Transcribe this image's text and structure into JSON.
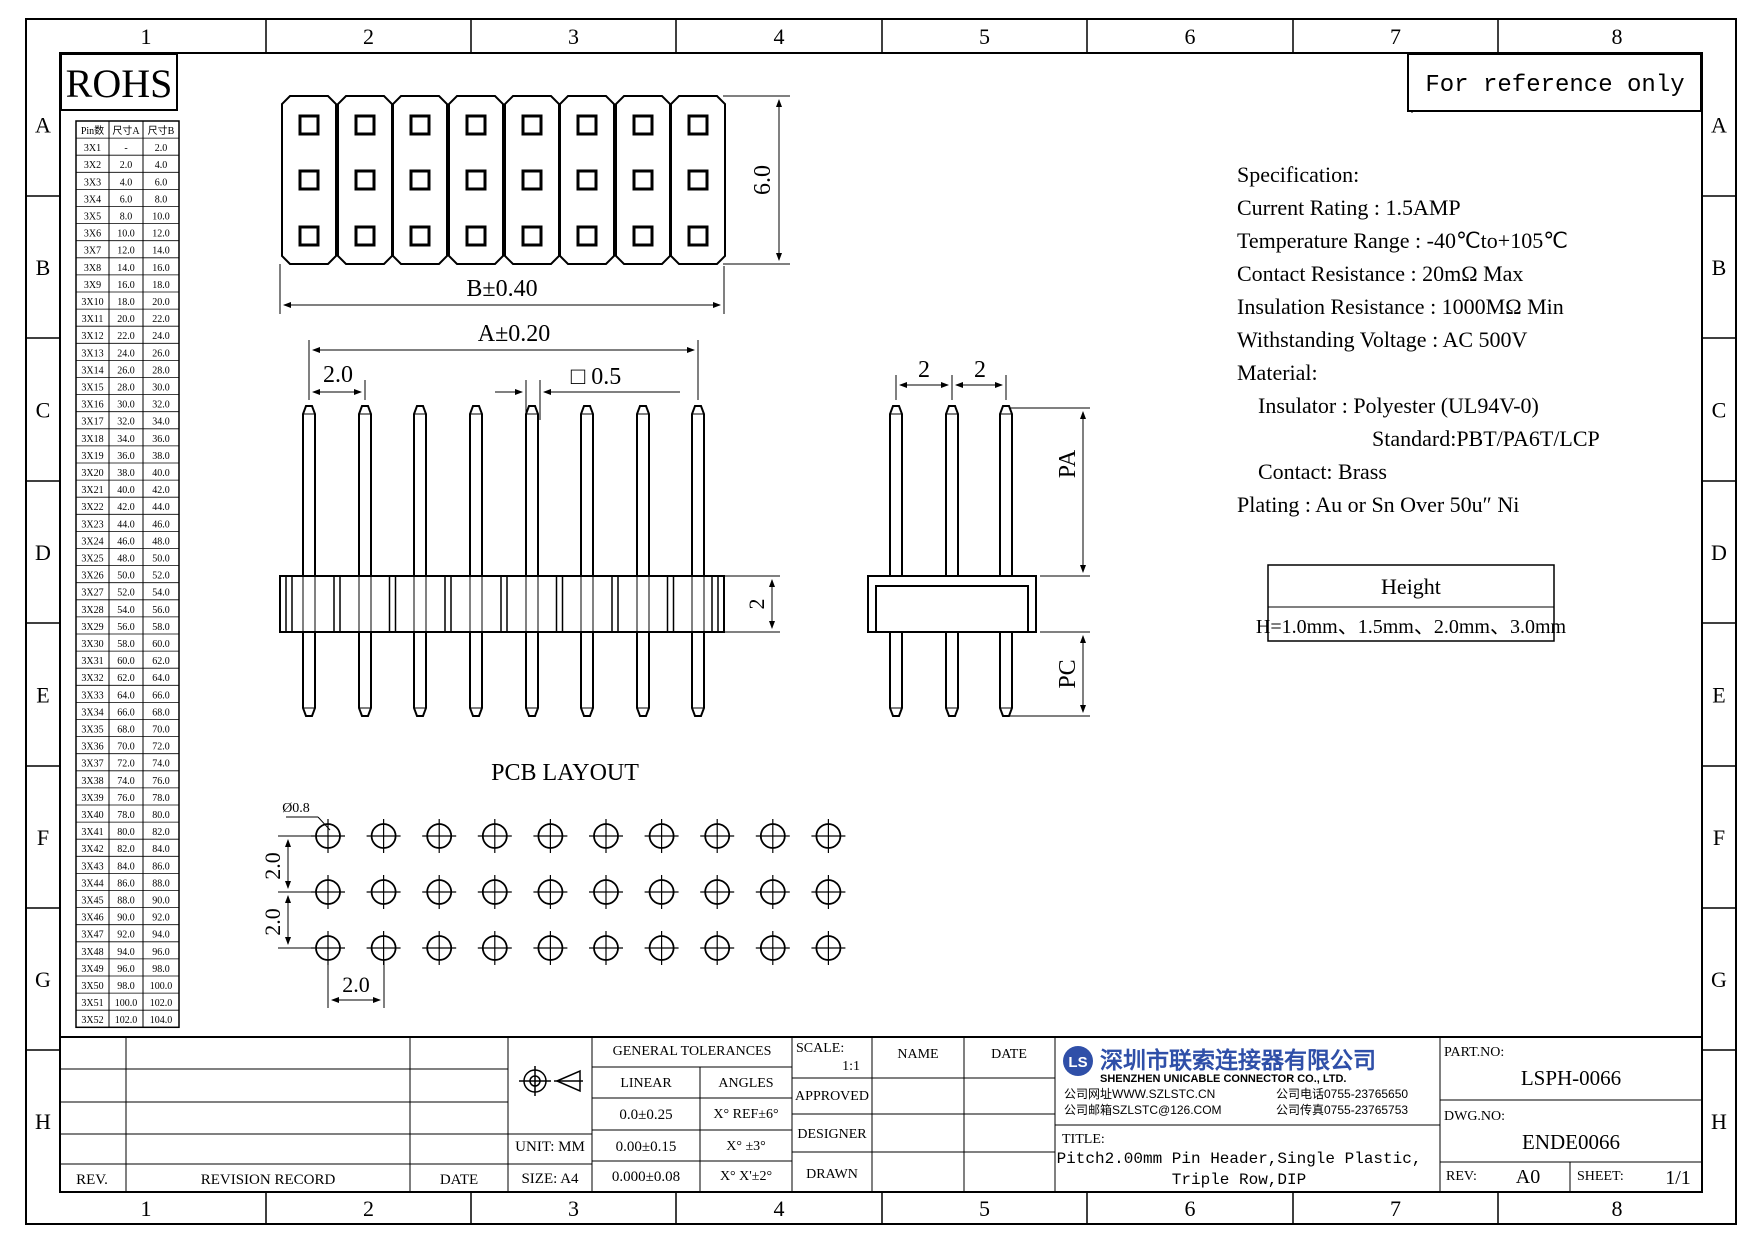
{
  "border": {
    "cols": [
      "1",
      "2",
      "3",
      "4",
      "5",
      "6",
      "7",
      "8"
    ],
    "rows": [
      "A",
      "B",
      "C",
      "D",
      "E",
      "F",
      "G",
      "H"
    ]
  },
  "rohs": "ROHS",
  "reference_note": "For reference only",
  "pin_table": {
    "headers": [
      "Pin数",
      "尺寸A",
      "尺寸B"
    ],
    "rows": [
      [
        "3X1",
        "-",
        "2.0"
      ],
      [
        "3X2",
        "2.0",
        "4.0"
      ],
      [
        "3X3",
        "4.0",
        "6.0"
      ],
      [
        "3X4",
        "6.0",
        "8.0"
      ],
      [
        "3X5",
        "8.0",
        "10.0"
      ],
      [
        "3X6",
        "10.0",
        "12.0"
      ],
      [
        "3X7",
        "12.0",
        "14.0"
      ],
      [
        "3X8",
        "14.0",
        "16.0"
      ],
      [
        "3X9",
        "16.0",
        "18.0"
      ],
      [
        "3X10",
        "18.0",
        "20.0"
      ],
      [
        "3X11",
        "20.0",
        "22.0"
      ],
      [
        "3X12",
        "22.0",
        "24.0"
      ],
      [
        "3X13",
        "24.0",
        "26.0"
      ],
      [
        "3X14",
        "26.0",
        "28.0"
      ],
      [
        "3X15",
        "28.0",
        "30.0"
      ],
      [
        "3X16",
        "30.0",
        "32.0"
      ],
      [
        "3X17",
        "32.0",
        "34.0"
      ],
      [
        "3X18",
        "34.0",
        "36.0"
      ],
      [
        "3X19",
        "36.0",
        "38.0"
      ],
      [
        "3X20",
        "38.0",
        "40.0"
      ],
      [
        "3X21",
        "40.0",
        "42.0"
      ],
      [
        "3X22",
        "42.0",
        "44.0"
      ],
      [
        "3X23",
        "44.0",
        "46.0"
      ],
      [
        "3X24",
        "46.0",
        "48.0"
      ],
      [
        "3X25",
        "48.0",
        "50.0"
      ],
      [
        "3X26",
        "50.0",
        "52.0"
      ],
      [
        "3X27",
        "52.0",
        "54.0"
      ],
      [
        "3X28",
        "54.0",
        "56.0"
      ],
      [
        "3X29",
        "56.0",
        "58.0"
      ],
      [
        "3X30",
        "58.0",
        "60.0"
      ],
      [
        "3X31",
        "60.0",
        "62.0"
      ],
      [
        "3X32",
        "62.0",
        "64.0"
      ],
      [
        "3X33",
        "64.0",
        "66.0"
      ],
      [
        "3X34",
        "66.0",
        "68.0"
      ],
      [
        "3X35",
        "68.0",
        "70.0"
      ],
      [
        "3X36",
        "70.0",
        "72.0"
      ],
      [
        "3X37",
        "72.0",
        "74.0"
      ],
      [
        "3X38",
        "74.0",
        "76.0"
      ],
      [
        "3X39",
        "76.0",
        "78.0"
      ],
      [
        "3X40",
        "78.0",
        "80.0"
      ],
      [
        "3X41",
        "80.0",
        "82.0"
      ],
      [
        "3X42",
        "82.0",
        "84.0"
      ],
      [
        "3X43",
        "84.0",
        "86.0"
      ],
      [
        "3X44",
        "86.0",
        "88.0"
      ],
      [
        "3X45",
        "88.0",
        "90.0"
      ],
      [
        "3X46",
        "90.0",
        "92.0"
      ],
      [
        "3X47",
        "92.0",
        "94.0"
      ],
      [
        "3X48",
        "94.0",
        "96.0"
      ],
      [
        "3X49",
        "96.0",
        "98.0"
      ],
      [
        "3X50",
        "98.0",
        "100.0"
      ],
      [
        "3X51",
        "100.0",
        "102.0"
      ],
      [
        "3X52",
        "102.0",
        "104.0"
      ]
    ]
  },
  "dims": {
    "height": "6.0",
    "b": "B±0.40",
    "a": "A±0.20",
    "pitch": "2.0",
    "pin_square": "□ 0.5",
    "body": "2",
    "side_pitch_1": "2",
    "side_pitch_2": "2",
    "pa": "PA",
    "pc": "PC"
  },
  "pcb": {
    "title": "PCB LAYOUT",
    "hole": "Ø0.8",
    "v1": "2.0",
    "v2": "2.0",
    "h": "2.0"
  },
  "spec": {
    "lines": [
      "Specification:",
      "Current Rating : 1.5AMP",
      "Temperature Range : -40℃to+105℃",
      "Contact Resistance : 20mΩ Max",
      "Insulation Resistance : 1000MΩ Min",
      "Withstanding Voltage : AC 500V",
      "Material:",
      "Insulator : Polyester (UL94V-0)",
      "Standard:PBT/PA6T/LCP",
      "Contact: Brass",
      "Plating : Au or Sn Over 50u″ Ni"
    ]
  },
  "height_box": {
    "label": "Height",
    "value": "H=1.0mm、1.5mm、2.0mm、3.0mm"
  },
  "title_block": {
    "rev_label": "REV.",
    "revision_record": "REVISION RECORD",
    "date_label": "DATE",
    "unit": "UNIT: MM",
    "size": "SIZE: A4",
    "general_tolerances": "GENERAL TOLERANCES",
    "linear": "LINEAR",
    "angles": "ANGLES",
    "lin1": "0.0±0.25",
    "lin2": "0.00±0.15",
    "lin3": "0.000±0.08",
    "ang1": "X° REF±6°",
    "ang2": "X° ±3°",
    "ang3": "X° X'±2°",
    "scale_label": "SCALE:",
    "scale_value": "1:1",
    "approved": "APPROVED",
    "designer": "DESIGNER",
    "drawn": "DRAWN",
    "name": "NAME",
    "date": "DATE",
    "company_cn": "深圳市联索连接器有限公司",
    "company_en": "SHENZHEN UNICABLE CONNECTOR CO., LTD.",
    "web": "公司网址WWW.SZLSTC.CN",
    "mail": "公司邮箱SZLSTC@126.COM",
    "tel": "公司电话0755-23765650",
    "fax": "公司传真0755-23765753",
    "title_label": "TITLE:",
    "title_line1": "Pitch2.00mm Pin Header,Single Plastic,",
    "title_line2": "Triple Row,DIP",
    "part_no_label": "PART.NO:",
    "part_no": "LSPH-0066",
    "dwg_no_label": "DWG.NO:",
    "dwg_no": "ENDE0066",
    "rev2_label": "REV:",
    "rev_value": "A0",
    "sheet_label": "SHEET:",
    "sheet_value": "1/1",
    "logo_mark": "LS"
  }
}
